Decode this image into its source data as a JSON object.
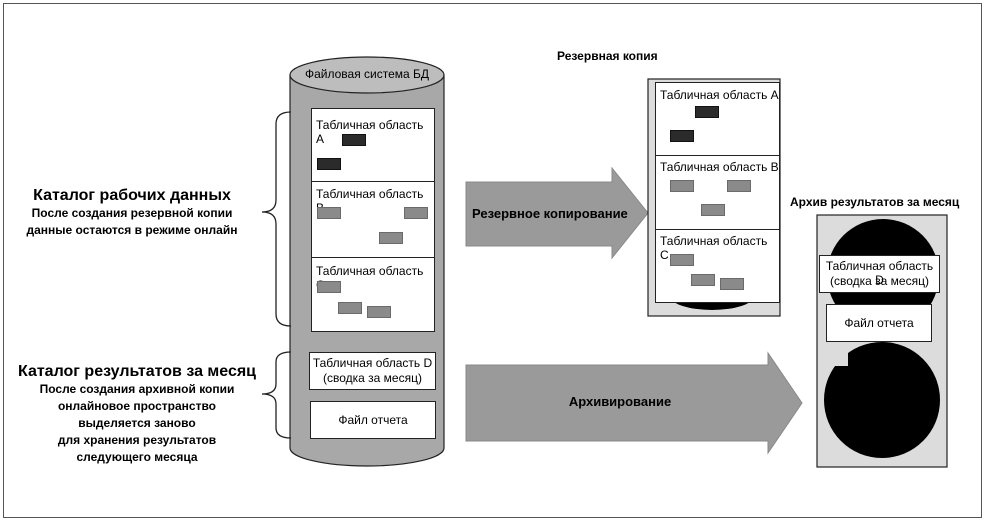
{
  "db_cylinder": {
    "title": "Файловая система БД",
    "tablespace_a": "Табличная область A",
    "tablespace_b": "Табличная область B",
    "tablespace_c": "Табличная область C",
    "tablespace_d_line1": "Табличная область D",
    "tablespace_d_line2": "(сводка за месяц)",
    "report_file": "Файл отчета"
  },
  "left_labels": {
    "working_catalog_title": "Каталог рабочих данных",
    "working_catalog_desc_line1": "После создания резервной копии",
    "working_catalog_desc_line2": "данные остаются в режиме онлайн",
    "monthly_catalog_title": "Каталог результатов за месяц",
    "monthly_catalog_desc_line1": "После создания архивной копии",
    "monthly_catalog_desc_line2": "онлайновое пространство",
    "monthly_catalog_desc_line3": "выделяется заново",
    "monthly_catalog_desc_line4": "для хранения результатов",
    "monthly_catalog_desc_line5": "следующего месяца"
  },
  "arrows": {
    "backup_label": "Резервное копирование",
    "archive_label": "Архивирование"
  },
  "backup_copy": {
    "title": "Резервная копия",
    "tablespace_a": "Табличная область A",
    "tablespace_b": "Табличная область B",
    "tablespace_c": "Табличная область C"
  },
  "monthly_archive": {
    "title": "Архив результатов за месяц",
    "tablespace_d_line1": "Табличная область D",
    "tablespace_d_line2": "(сводка за месяц)",
    "report_file": "Файл отчета"
  },
  "colors": {
    "dark_block": "#2b2b2b",
    "gray_block": "#8a8a8a",
    "arrow_fill": "#9a9a9a",
    "cylinder_fill": "#a8a8a8",
    "device_fill": "#dcdcdc"
  }
}
